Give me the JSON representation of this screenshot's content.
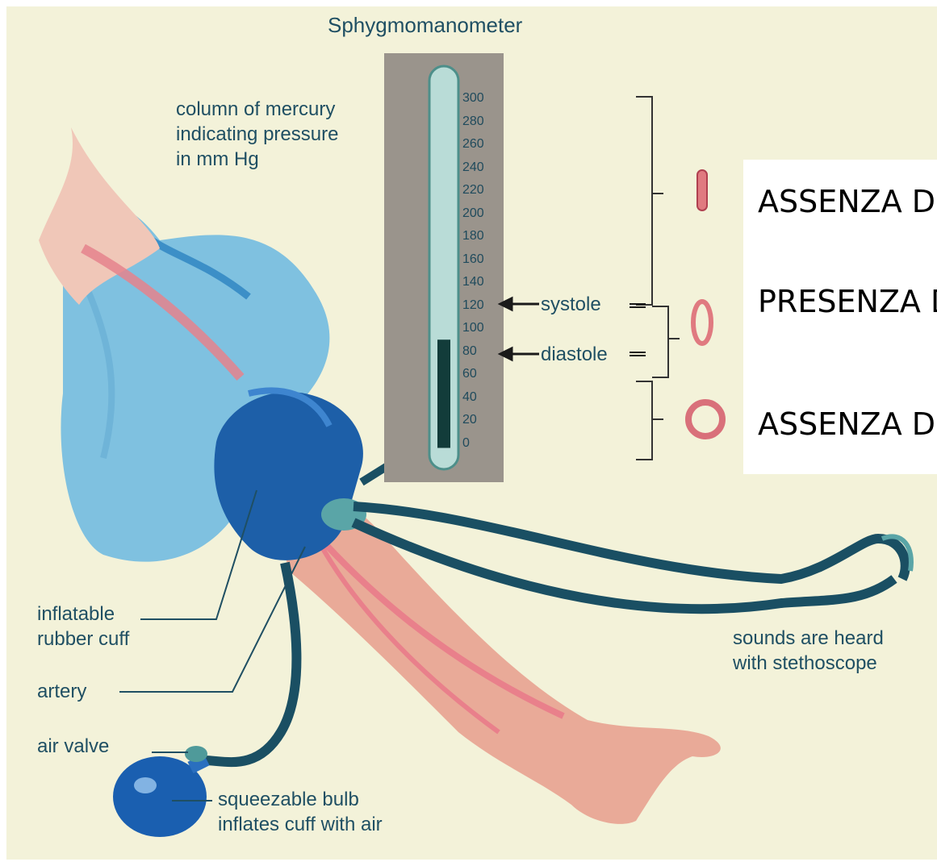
{
  "diagram": {
    "title": "Sphygmomanometer",
    "column_label": [
      "column of mercury",
      "indicating pressure",
      "in mm Hg"
    ],
    "scale_ticks": [
      "300",
      "280",
      "260",
      "240",
      "220",
      "200",
      "180",
      "160",
      "140",
      "120",
      "100",
      "80",
      "60",
      "40",
      "20",
      "0"
    ],
    "systole_label": "systole",
    "diastole_label": "diastole",
    "cuff_label": [
      "inflatable",
      "rubber cuff"
    ],
    "artery_label": "artery",
    "valve_label": "air valve",
    "bulb_label": [
      "squeezable bulb",
      "inflates cuff with air"
    ],
    "stethoscope_label": [
      "sounds are heard",
      "with stethoscope"
    ],
    "mercury_level_mmhg": 90,
    "colors": {
      "background": "#f3f2d9",
      "gauge_panel": "#9a948c",
      "tube": "#5e9a96",
      "mercury": "#123c3a",
      "shirt": "#7fc1e0",
      "cuff": "#1d5fa8",
      "arm": "#e9aa98",
      "artery": "#e9808b",
      "stethoscope_tube": "#1a4f63",
      "bulb": "#1a5fb0"
    }
  },
  "status_overlay": {
    "top": "ASSENZA DI",
    "middle": "PRESENZA D",
    "bottom": "ASSENZA DI"
  }
}
